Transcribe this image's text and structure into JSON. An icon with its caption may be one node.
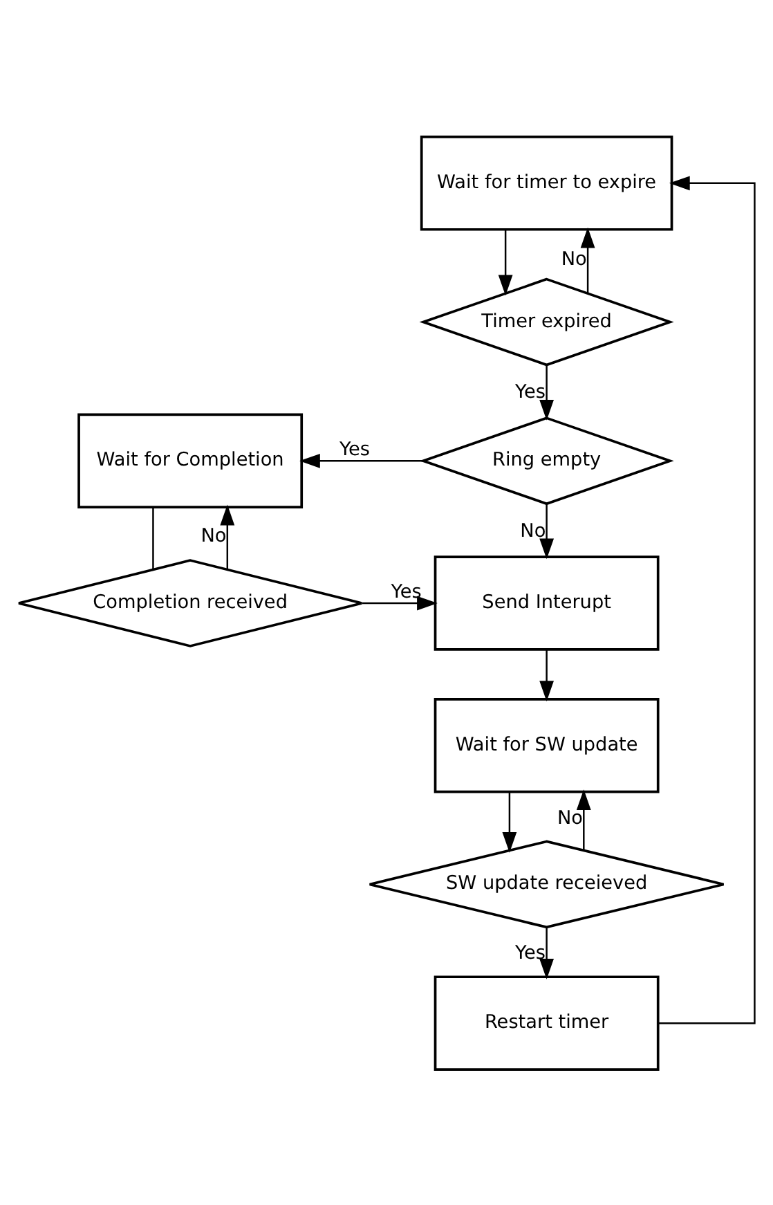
{
  "diagram": {
    "nodes": [
      {
        "text": [
          "Wait for timer to expire"
        ]
      },
      {
        "text": [
          "Timer expired"
        ]
      },
      {
        "text": [
          "Ring empty"
        ]
      },
      {
        "text": [
          "Wait for Completion"
        ]
      },
      {
        "text": [
          "Completion received"
        ]
      },
      {
        "text": [
          "Send Interupt"
        ]
      },
      {
        "text": [
          "Wait for SW update"
        ]
      },
      {
        "text": [
          "SW update receieved"
        ]
      },
      {
        "text": [
          "Restart timer"
        ]
      }
    ],
    "edges": [
      {
        "from": 0,
        "to": 1,
        "arrow": "to"
      },
      {
        "from": 1,
        "to": 0,
        "arrow": "to",
        "label": "No"
      },
      {
        "from": 1,
        "to": 2,
        "arrow": "to",
        "label": "Yes"
      },
      {
        "from": 2,
        "to": 3,
        "arrow": "to",
        "label": "Yes"
      },
      {
        "from": 2,
        "to": 5,
        "arrow": "to",
        "label": "No"
      },
      {
        "from": 3,
        "to": 4,
        "arrow": "none"
      },
      {
        "from": 4,
        "to": 3,
        "arrow": "to",
        "label": "No"
      },
      {
        "from": 4,
        "to": 5,
        "arrow": "to",
        "label": "Yes"
      },
      {
        "from": 5,
        "to": 6,
        "arrow": "to"
      },
      {
        "from": 6,
        "to": 7,
        "arrow": "to"
      },
      {
        "from": 7,
        "to": 6,
        "arrow": "to",
        "label": "No"
      },
      {
        "from": 7,
        "to": 8,
        "arrow": "to",
        "label": "Yes"
      },
      {
        "from": 8,
        "to": 0,
        "arrow": "to"
      }
    ]
  }
}
